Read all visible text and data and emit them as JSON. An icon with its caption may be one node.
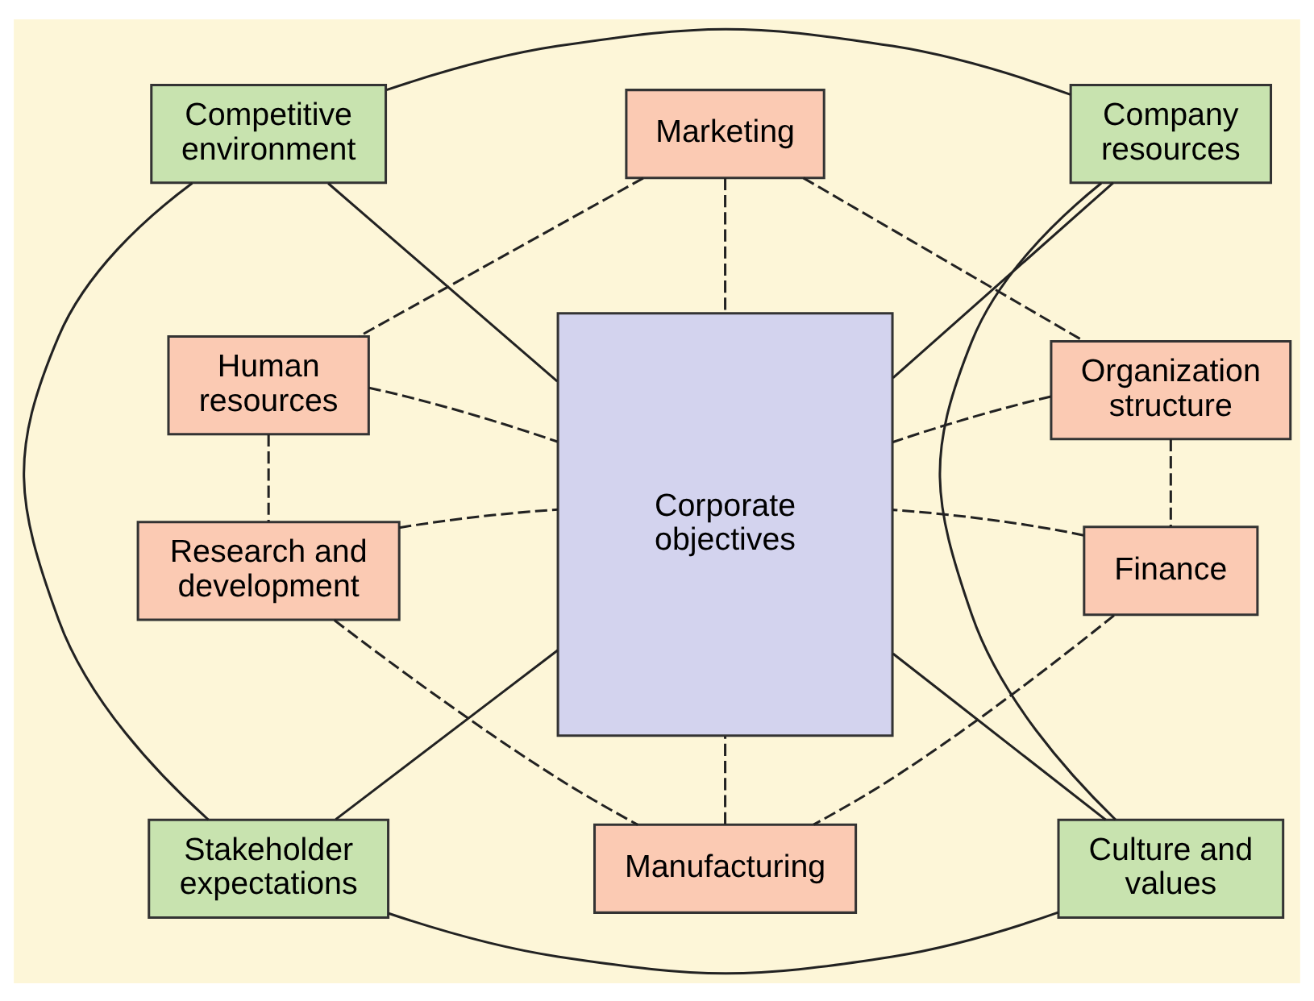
{
  "diagram": {
    "nodes": [
      {
        "text": [
          "Competitive environment"
        ]
      },
      {
        "text": [
          "Company resources"
        ]
      },
      {
        "text": [
          "Marketing"
        ]
      },
      {
        "text": [
          "Human resources"
        ]
      },
      {
        "text": [
          "Corporate objectives"
        ]
      },
      {
        "text": [
          "Organization structure"
        ]
      },
      {
        "text": [
          "Research and development"
        ]
      },
      {
        "text": [
          "Finance"
        ]
      },
      {
        "text": [
          "Manufacturing"
        ]
      },
      {
        "text": [
          "Stakeholder expectations"
        ]
      },
      {
        "text": [
          "Culture and values"
        ]
      }
    ],
    "edges": [
      {
        "from": 0,
        "to": 1,
        "arrow": "none"
      },
      {
        "from": 0,
        "to": 9,
        "arrow": "none"
      },
      {
        "from": 1,
        "to": 10,
        "arrow": "none"
      },
      {
        "from": 9,
        "to": 10,
        "arrow": "none"
      },
      {
        "from": 0,
        "to": 4,
        "arrow": "none"
      },
      {
        "from": 1,
        "to": 4,
        "arrow": "none"
      },
      {
        "from": 9,
        "to": 4,
        "arrow": "none"
      },
      {
        "from": 10,
        "to": 4,
        "arrow": "none"
      },
      {
        "from": 2,
        "to": 4,
        "arrow": "none",
        "style": "dashed"
      },
      {
        "from": 3,
        "to": 4,
        "arrow": "none",
        "style": "dashed"
      },
      {
        "from": 5,
        "to": 4,
        "arrow": "none",
        "style": "dashed"
      },
      {
        "from": 6,
        "to": 4,
        "arrow": "none",
        "style": "dashed"
      },
      {
        "from": 7,
        "to": 4,
        "arrow": "none",
        "style": "dashed"
      },
      {
        "from": 8,
        "to": 4,
        "arrow": "none",
        "style": "dashed"
      },
      {
        "from": 2,
        "to": 3,
        "arrow": "none",
        "style": "dashed"
      },
      {
        "from": 2,
        "to": 5,
        "arrow": "none",
        "style": "dashed"
      },
      {
        "from": 3,
        "to": 6,
        "arrow": "none",
        "style": "dashed"
      },
      {
        "from": 5,
        "to": 7,
        "arrow": "none",
        "style": "dashed"
      },
      {
        "from": 6,
        "to": 8,
        "arrow": "none",
        "style": "dashed"
      },
      {
        "from": 7,
        "to": 8,
        "arrow": "none",
        "style": "dashed"
      }
    ]
  }
}
